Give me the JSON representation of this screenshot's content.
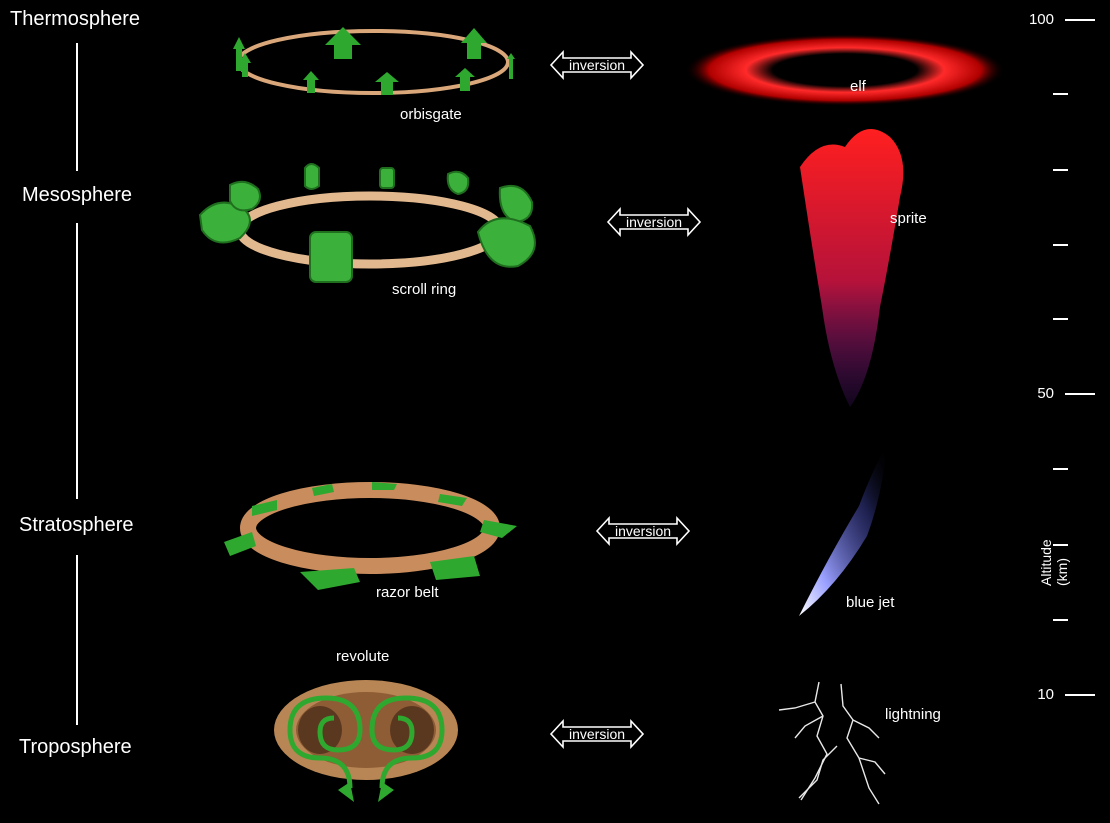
{
  "layers": {
    "thermosphere": "Thermosphere",
    "mesosphere": "Mesosphere",
    "stratosphere": "Stratosphere",
    "troposphere": "Troposphere"
  },
  "rings": {
    "orbisgate": "orbisgate",
    "scroll_ring": "scroll ring",
    "razor_belt": "razor belt",
    "revolute": "revolute"
  },
  "phenomena": {
    "elf": "elf",
    "sprite": "sprite",
    "blue_jet": "blue jet",
    "lightning": "lightning"
  },
  "relation_label": "inversion",
  "axis": {
    "title": "Altitude (km)",
    "labels": {
      "top": "100",
      "middle": "50",
      "bottom": "10"
    }
  },
  "colors": {
    "arrow_green": "#2fa82f",
    "ring_tan": "#d9a77a",
    "elf_red": "#e01010",
    "jet_blue": "#7f86ff"
  }
}
